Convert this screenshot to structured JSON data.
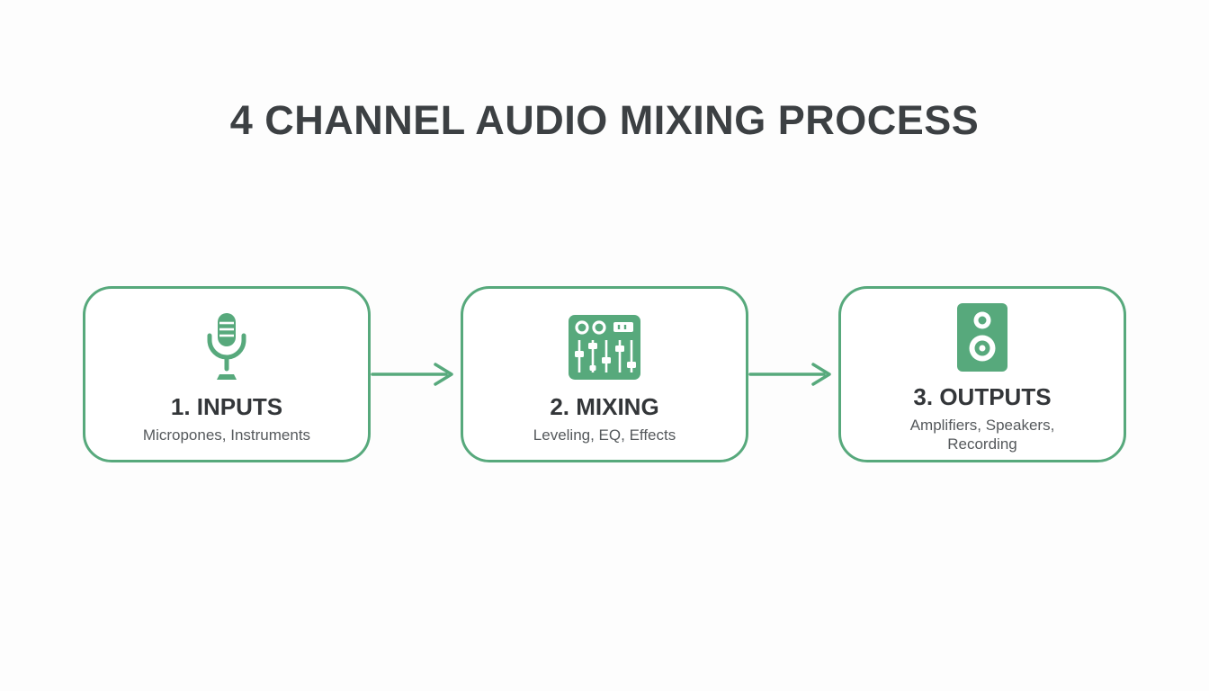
{
  "title": "4 CHANNEL AUDIO MIXING PROCESS",
  "colors": {
    "accent_green": "#57a97c",
    "title_text": "#3c4043",
    "body_text": "#55595c",
    "background": "#fdfdfd"
  },
  "steps": [
    {
      "label": "1. INPUTS",
      "description": "Micropones, Instruments",
      "icon": "microphone-icon"
    },
    {
      "label": "2. MIXING",
      "description": "Leveling, EQ, Effects",
      "icon": "mixer-console-icon"
    },
    {
      "label": "3. OUTPUTS",
      "description": "Amplifiers, Speakers, Recording",
      "icon": "speaker-icon"
    }
  ],
  "connectors": [
    {
      "icon": "arrow-right-icon"
    },
    {
      "icon": "arrow-right-icon"
    }
  ]
}
